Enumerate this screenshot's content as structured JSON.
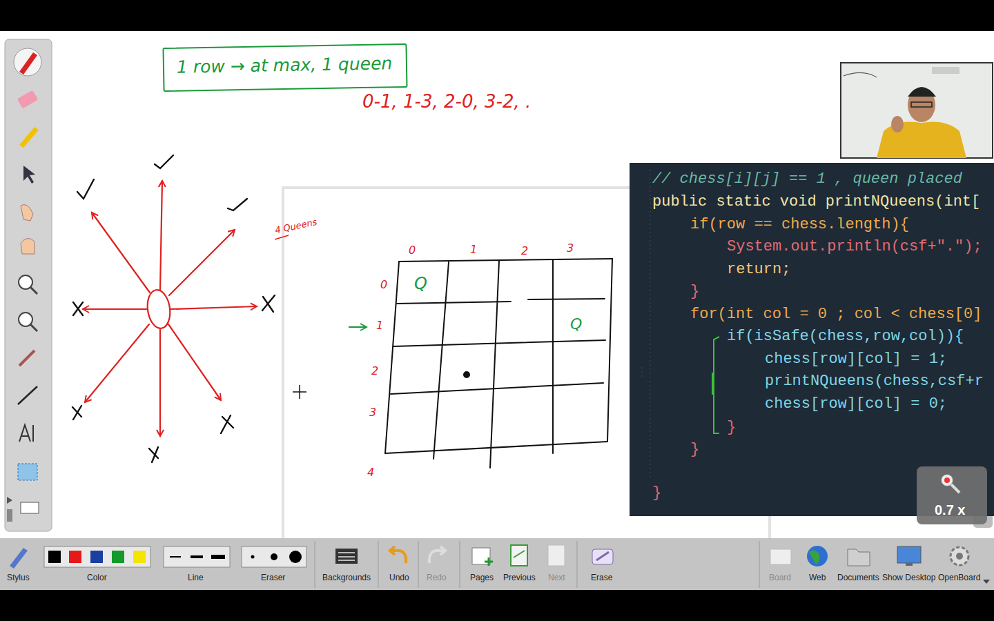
{
  "diagram": {
    "nodes": [
      {
        "text": [
          "1 row → at max, 1 queen"
        ]
      },
      {
        "text": [
          "// chess[i][j]  == 1 , queen placed",
          "public static void printNQueens(int[",
          "if(row == chess.length){",
          "System.out.println(csf+\".\");",
          "return;",
          "}",
          "for(int col = 0 ; col < chess[0]",
          "if(isSafe(chess,row,col)){",
          "chess[row][col] = 1;",
          "printNQueens(chess,csf+r",
          "chess[row][col] = 0;",
          "}",
          "}",
          "}"
        ]
      },
      {
        "text": [
          "0.7 x"
        ]
      }
    ],
    "labels": [
      "0-1, 1-3, 2-0, 3-2, .",
      "4 Queens",
      "0",
      "1",
      "2",
      "3",
      "0",
      "1",
      "2",
      "3",
      "4",
      "Q",
      "Q",
      "Stylus",
      "Color",
      "Line",
      "Eraser",
      "Backgrounds",
      "Undo",
      "Redo",
      "Pages",
      "Previous",
      "Next",
      "Erase",
      "Board",
      "Web",
      "Documents",
      "Show Desktop",
      "OpenBoard"
    ]
  }
}
